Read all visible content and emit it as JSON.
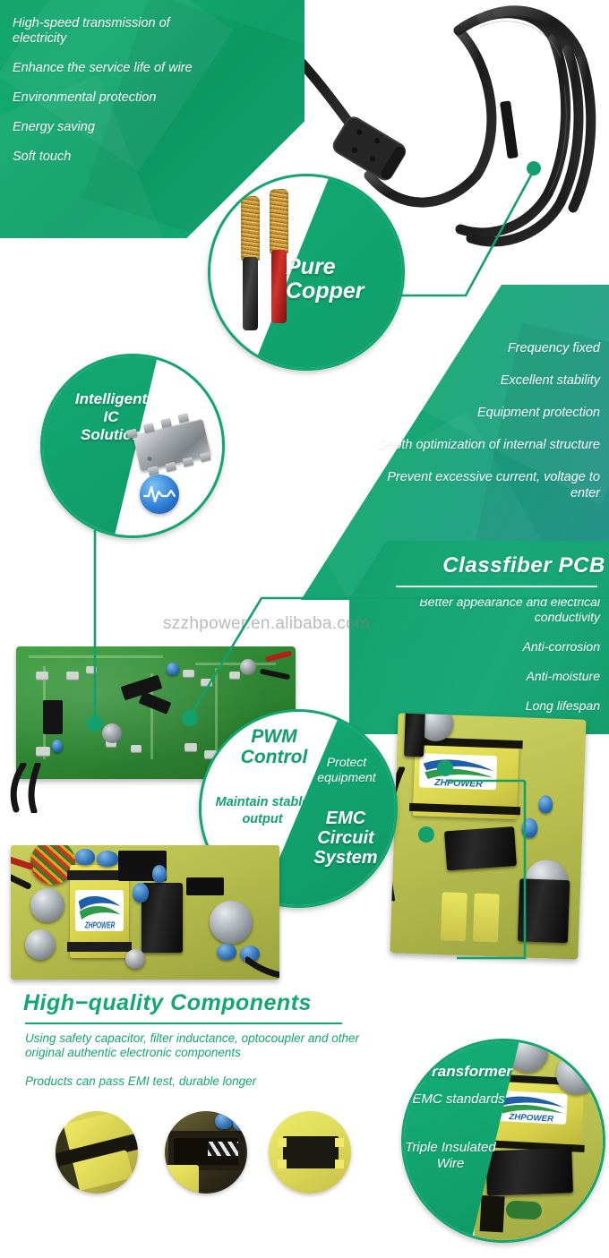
{
  "top_panel": {
    "items": [
      "High-speed transmission of electricity",
      "Enhance the service life of wire",
      "Environmental protection",
      "Energy saving",
      "Soft touch"
    ]
  },
  "pure_copper_circle": {
    "title_line1": "Pure",
    "title_line2": "Copper",
    "image": "copper-wire-photo"
  },
  "cable_photo": {
    "image": "coiled-black-power-cable-with-ferrite-core"
  },
  "ic_circle": {
    "title_line1": "Intelligent",
    "title_line2": "IC",
    "title_line3": "Solution",
    "image": "ic-chip-photo",
    "badge": "blue-waveform-icon"
  },
  "right_panel": {
    "items": [
      "Frequency fixed",
      "Excellent stability",
      "Equipment protection",
      "Depth optimization of internal structure",
      "Prevent excessive current, voltage to enter"
    ]
  },
  "pcb_panel": {
    "title": "Classfiber  PCB",
    "items": [
      "Better appearance and electrical conductivity",
      "Anti-corrosion",
      "Anti-moisture",
      "Long lifespan"
    ]
  },
  "pwm_circle": {
    "title_line1": "PWM",
    "title_line2": "Control",
    "sub": "Maintain stable output",
    "emc_sub": "Protect equipment",
    "emc_title_line1": "EMC",
    "emc_title_line2": "Circuit",
    "emc_title_line3": "System"
  },
  "high_quality": {
    "title": "High−quality  Components",
    "paragraph1": "Using safety capacitor, filter inductance, optocoupler and other original authentic electronic components",
    "paragraph2": "Products can pass EMI test, durable longer"
  },
  "transformer_circle": {
    "title": "Transformer",
    "line1": "EMC standards",
    "line2": "Triple Insulated Wire",
    "image": "transformer-pcb-photo"
  },
  "component_photos": [
    "yellow-transformer-closeup",
    "dark-transformer-closeup",
    "yellow-smd-transformer-closeup"
  ],
  "brand": {
    "logo_text": "ZHPOWER"
  },
  "watermark": {
    "text": "szzhpower.en.alibaba.com"
  },
  "colors": {
    "brand_green": "#12a56f",
    "panel_green": "#14a56e",
    "teal": "#2a9a96",
    "text_green": "#13a86f",
    "white": "#ffffff",
    "logo_blue": "#1d5fa8"
  }
}
